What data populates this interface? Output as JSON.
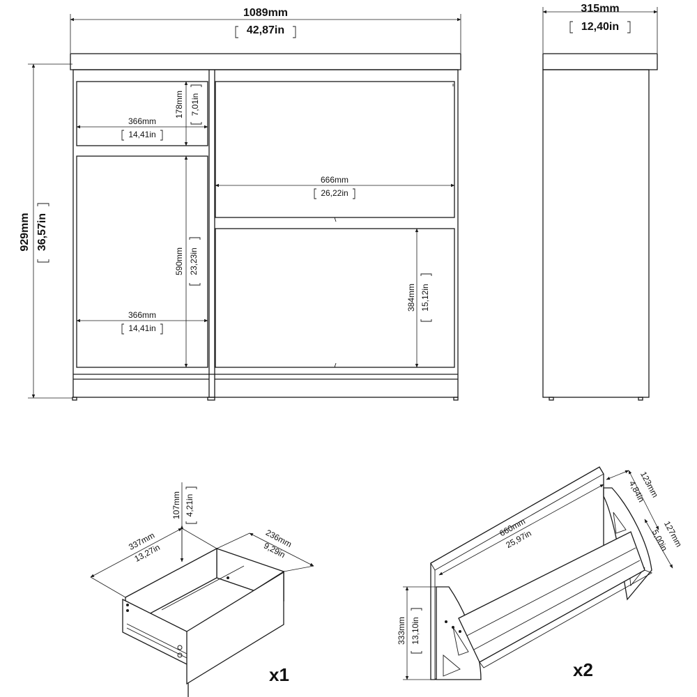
{
  "front": {
    "width_mm": "1089mm",
    "width_in": "42,87in",
    "height_mm": "929mm",
    "height_in": "36,57in",
    "left_top_w_mm": "366mm",
    "left_top_w_in": "14,41in",
    "left_top_h_mm": "178mm",
    "left_top_h_in": "7,01in",
    "left_bottom_w_mm": "366mm",
    "left_bottom_w_in": "14,41in",
    "left_bottom_h_mm": "590mm",
    "left_bottom_h_in": "23,23in",
    "right_w_mm": "666mm",
    "right_w_in": "26,22in",
    "right_bottom_h_mm": "384mm",
    "right_bottom_h_in": "15,12in"
  },
  "side": {
    "depth_mm": "315mm",
    "depth_in": "12,40in"
  },
  "drawer": {
    "height_mm": "107mm",
    "height_in": "4,21in",
    "depth_mm": "337mm",
    "depth_in": "13,27in",
    "width_mm": "236mm",
    "width_in": "9,29in",
    "count": "x1"
  },
  "shoe_flap": {
    "width_mm": "660mm",
    "width_in": "25,97in",
    "depth_mm": "123mm",
    "depth_in": "4,84in",
    "depth2_mm": "127mm",
    "depth2_in": "5,00in",
    "height_mm": "333mm",
    "height_in": "13,10in",
    "count": "x2"
  }
}
